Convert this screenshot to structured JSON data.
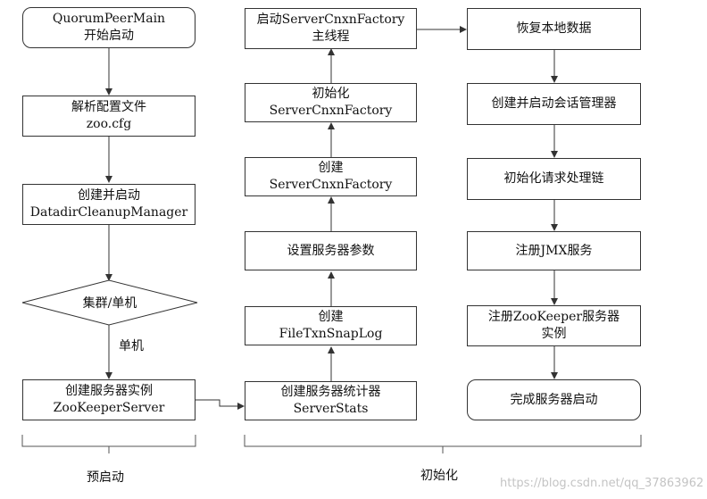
{
  "column1": {
    "start": [
      "QuorumPeerMain",
      "开始启动"
    ],
    "parse_config": [
      "解析配置文件",
      "zoo.cfg"
    ],
    "cleanup_manager": [
      "创建并启动",
      "DatadirCleanupManager"
    ],
    "decision": "集群/单机",
    "decision_branch": "单机",
    "create_server": [
      "创建服务器实例",
      "ZooKeeperServer"
    ]
  },
  "column2": {
    "server_stats": [
      "创建服务器统计器",
      "ServerStats"
    ],
    "file_txn_snap_log": [
      "创建",
      "FileTxnSnapLog"
    ],
    "set_params": "设置服务器参数",
    "create_cnxn_factory": [
      "创建",
      "ServerCnxnFactory"
    ],
    "init_cnxn_factory": [
      "初始化",
      "ServerCnxnFactory"
    ],
    "start_cnxn_thread": [
      "启动ServerCnxnFactory",
      "主线程"
    ]
  },
  "column3": {
    "restore_data": "恢复本地数据",
    "session_manager": "创建并启动会话管理器",
    "request_chain": "初始化请求处理链",
    "register_jmx": "注册JMX服务",
    "register_zk": [
      "注册ZooKeeper服务器",
      "实例"
    ],
    "complete": "完成服务器启动"
  },
  "groups": {
    "pre_start": "预启动",
    "init": "初始化"
  },
  "watermark": "https://blog.csdn.net/qq_37863962",
  "colors": {
    "line": "#333333",
    "text": "#111111",
    "watermark": "#c4c4c4"
  }
}
